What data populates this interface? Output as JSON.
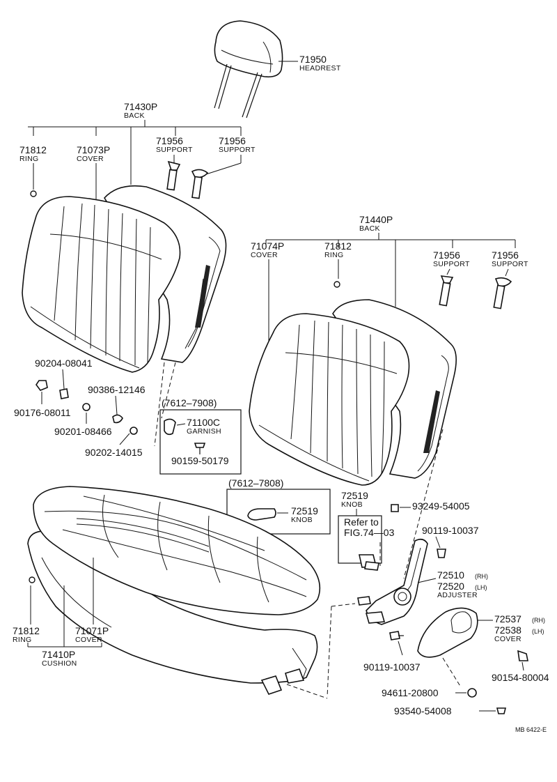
{
  "callouts": {
    "headrest": {
      "num": "71950",
      "name": "HEADREST"
    },
    "back_front": {
      "num": "71430P",
      "name": "BACK"
    },
    "ring_front": {
      "num": "71812",
      "name": "RING"
    },
    "cover_front": {
      "num": "71073P",
      "name": "COVER"
    },
    "support_front_a": {
      "num": "71956",
      "name": "SUPPORT"
    },
    "support_front_b": {
      "num": "71956",
      "name": "SUPPORT"
    },
    "back_rear": {
      "num": "71440P",
      "name": "BACK"
    },
    "cover_rear": {
      "num": "71074P",
      "name": "COVER"
    },
    "ring_rear": {
      "num": "71812",
      "name": "RING"
    },
    "support_rear_a": {
      "num": "71956",
      "name": "SUPPORT"
    },
    "support_rear_b": {
      "num": "71956",
      "name": "SUPPORT"
    },
    "p90204": {
      "num": "90204-08041"
    },
    "p90386": {
      "num": "90386-12146"
    },
    "p90176": {
      "num": "90176-08011"
    },
    "p90201": {
      "num": "90201-08466"
    },
    "p90202": {
      "num": "90202-14015"
    },
    "garnish_range": {
      "num": "(7612–7908)"
    },
    "garnish": {
      "num": "71100C",
      "name": "GARNISH"
    },
    "p90159": {
      "num": "90159-50179"
    },
    "knob_range": {
      "num": "(7612–7808)"
    },
    "knob_box": {
      "num": "72519",
      "name": "KNOB"
    },
    "knob_top": {
      "num": "72519",
      "name": "KNOB"
    },
    "p93249": {
      "num": "93249-54005"
    },
    "refer": {
      "line1": "Refer to",
      "line2": "FIG.74—03"
    },
    "p90119_top": {
      "num": "90119-10037"
    },
    "adjuster": {
      "num_rh": "72510",
      "rh": "(RH)",
      "num_lh": "72520",
      "lh": "(LH)",
      "name": "ADJUSTER"
    },
    "adj_cover": {
      "num_rh": "72537",
      "rh": "(RH)",
      "num_lh": "72538",
      "lh": "(LH)",
      "name": "COVER"
    },
    "ring_cushion": {
      "num": "71812",
      "name": "RING"
    },
    "cover_cushion": {
      "num": "71071P",
      "name": "COVER"
    },
    "cushion": {
      "num": "71410P",
      "name": "CUSHION"
    },
    "p90119_bot": {
      "num": "90119-10037"
    },
    "p90154": {
      "num": "90154-80004"
    },
    "p94611": {
      "num": "94611-20800"
    },
    "p93540": {
      "num": "93540-54008"
    }
  },
  "footer": {
    "code": "MB 6422-E"
  }
}
